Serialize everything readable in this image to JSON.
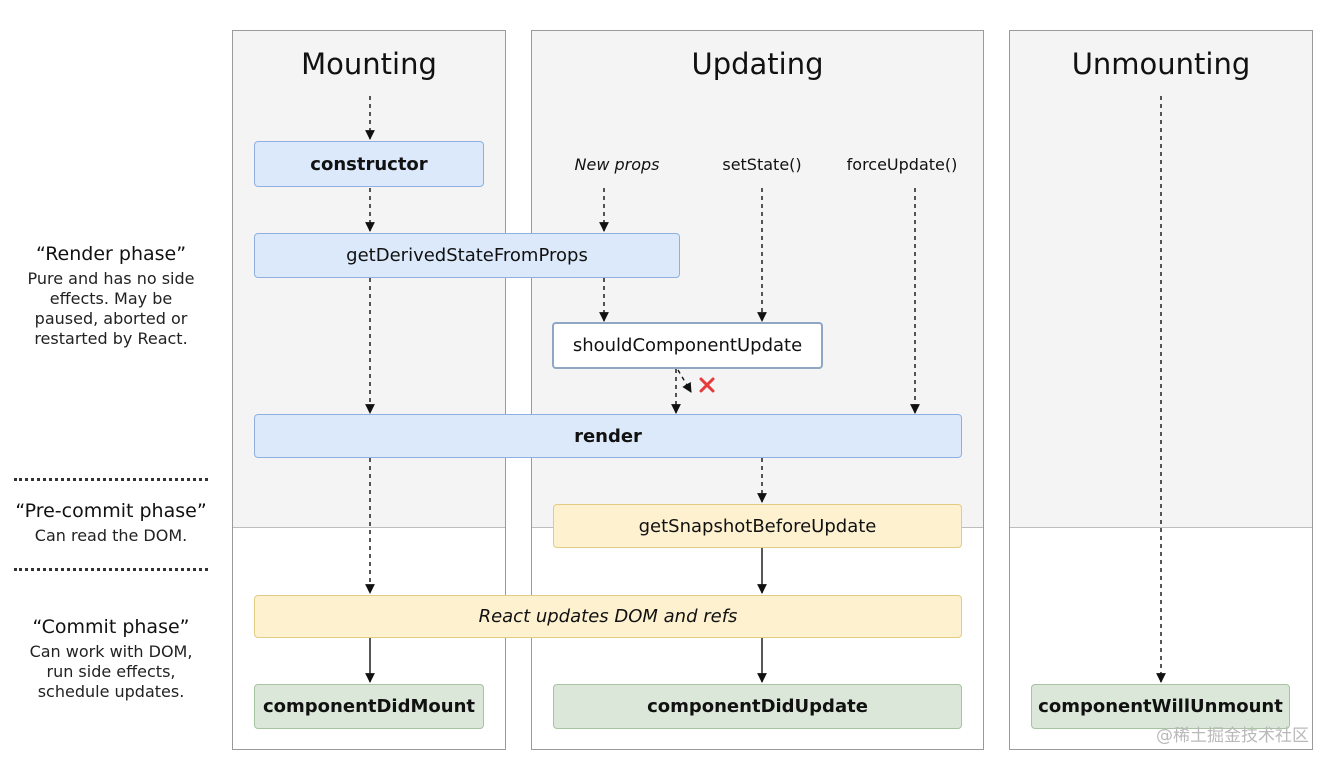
{
  "columns": {
    "mounting": "Mounting",
    "updating": "Updating",
    "unmounting": "Unmounting"
  },
  "phases": {
    "render": {
      "title": "“Render phase”",
      "desc": [
        "Pure and has no side",
        "effects. May be",
        "paused, aborted or",
        "restarted by React."
      ]
    },
    "precommit": {
      "title": "“Pre-commit phase”",
      "desc": [
        "Can read the DOM."
      ]
    },
    "commit": {
      "title": "“Commit phase”",
      "desc": [
        "Can work with DOM,",
        "run side effects,",
        "schedule updates."
      ]
    }
  },
  "triggers": {
    "new_props": "New props",
    "set_state": "setState()",
    "force_update": "forceUpdate()"
  },
  "nodes": {
    "constructor": "constructor",
    "get_derived_state": "getDerivedStateFromProps",
    "should_component_update": "shouldComponentUpdate",
    "render": "render",
    "get_snapshot": "getSnapshotBeforeUpdate",
    "react_updates_dom": "React updates DOM and refs",
    "component_did_mount": "componentDidMount",
    "component_did_update": "componentDidUpdate",
    "component_will_unmount": "componentWillUnmount"
  },
  "watermark": "@稀土掘金技术社区",
  "colors": {
    "blue_fill": "#dce9fb",
    "yellow_fill": "#fdf1cf",
    "green_fill": "#dbe8d9",
    "cancel_mark": "#e53b3b"
  }
}
